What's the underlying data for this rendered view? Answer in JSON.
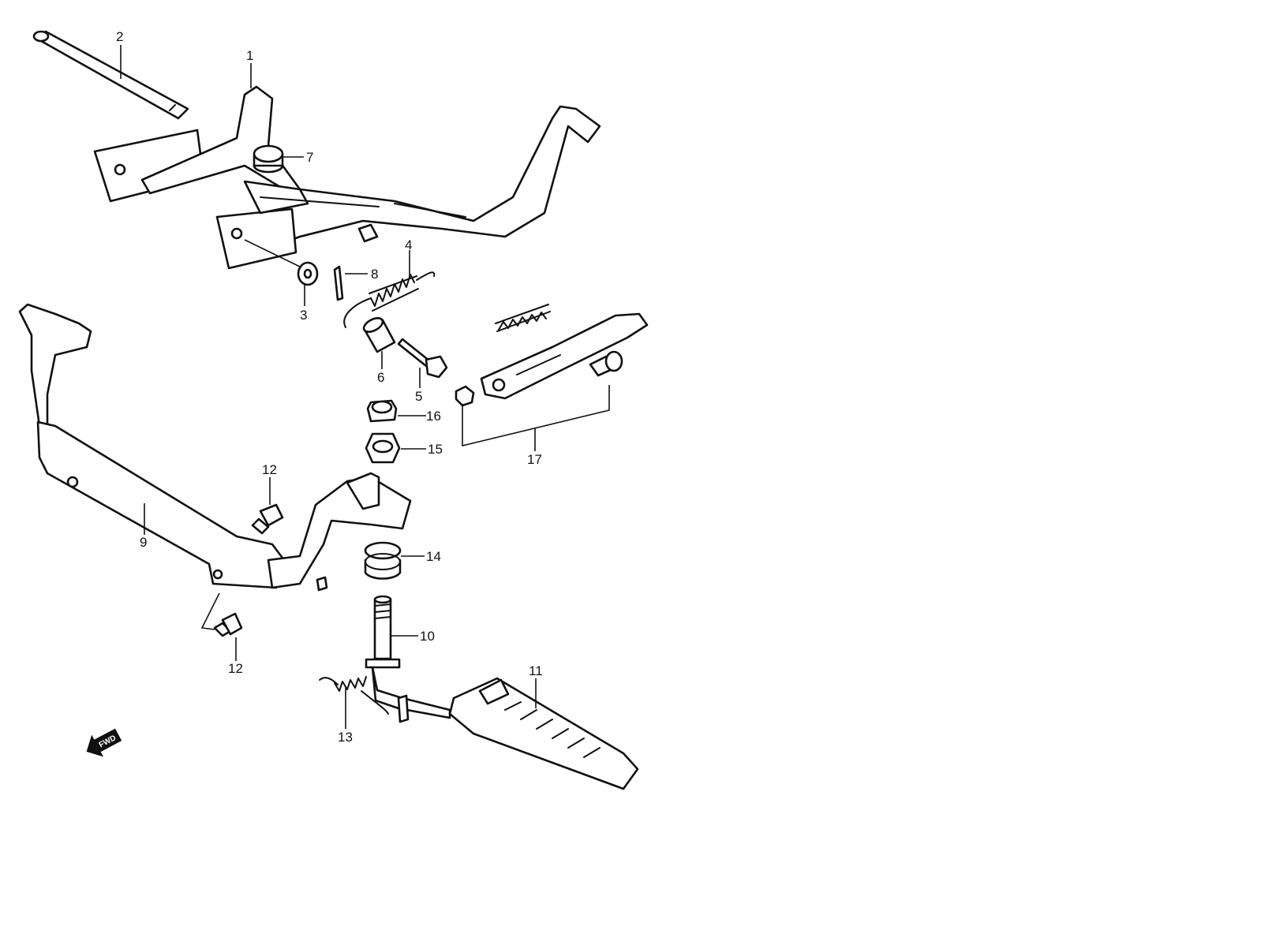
{
  "diagram": {
    "type": "exploded-parts-diagram",
    "callouts": [
      {
        "id": "callout-1",
        "label": "1"
      },
      {
        "id": "callout-2",
        "label": "2"
      },
      {
        "id": "callout-3",
        "label": "3"
      },
      {
        "id": "callout-4",
        "label": "4"
      },
      {
        "id": "callout-5",
        "label": "5"
      },
      {
        "id": "callout-6",
        "label": "6"
      },
      {
        "id": "callout-7",
        "label": "7"
      },
      {
        "id": "callout-8",
        "label": "8"
      },
      {
        "id": "callout-9",
        "label": "9"
      },
      {
        "id": "callout-10",
        "label": "10"
      },
      {
        "id": "callout-11",
        "label": "11"
      },
      {
        "id": "callout-12a",
        "label": "12"
      },
      {
        "id": "callout-12b",
        "label": "12"
      },
      {
        "id": "callout-13",
        "label": "13"
      },
      {
        "id": "callout-14",
        "label": "14"
      },
      {
        "id": "callout-15",
        "label": "15"
      },
      {
        "id": "callout-16",
        "label": "16"
      },
      {
        "id": "callout-17",
        "label": "17"
      }
    ],
    "direction_marker": {
      "label": "FWD",
      "icon": "forward-arrow-icon"
    }
  }
}
